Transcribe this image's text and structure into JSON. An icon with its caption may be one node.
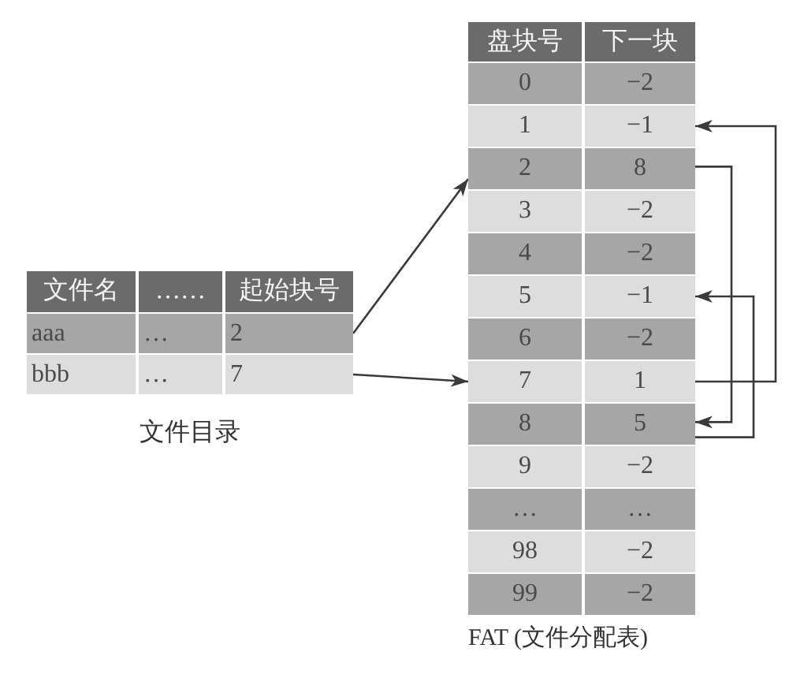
{
  "diagram": {
    "nodes": [
      {
        "text": [
          "文件目录"
        ]
      },
      {
        "text": [
          "文件名",
          "……",
          "起始块号"
        ],
        "in": 0
      },
      {
        "text": [
          "aaa",
          "…",
          "2"
        ],
        "in": 0
      },
      {
        "text": [
          "bbb",
          "…",
          "7"
        ],
        "in": 0
      },
      {
        "text": [
          "FAT (文件分配表)"
        ]
      },
      {
        "text": [
          "盘块号",
          "下一块"
        ],
        "in": 4
      },
      {
        "text": [
          "0",
          "−2"
        ],
        "in": 4
      },
      {
        "text": [
          "1",
          "−1"
        ],
        "in": 4
      },
      {
        "text": [
          "2",
          "8"
        ],
        "in": 4
      },
      {
        "text": [
          "3",
          "−2"
        ],
        "in": 4
      },
      {
        "text": [
          "4",
          "−2"
        ],
        "in": 4
      },
      {
        "text": [
          "5",
          "−1"
        ],
        "in": 4
      },
      {
        "text": [
          "6",
          "−2"
        ],
        "in": 4
      },
      {
        "text": [
          "7",
          "1"
        ],
        "in": 4
      },
      {
        "text": [
          "8",
          "5"
        ],
        "in": 4
      },
      {
        "text": [
          "9",
          "−2"
        ],
        "in": 4
      },
      {
        "text": [
          "…",
          "…"
        ],
        "in": 4
      },
      {
        "text": [
          "98",
          "−2"
        ],
        "in": 4
      },
      {
        "text": [
          "99",
          "−2"
        ],
        "in": 4
      }
    ],
    "edges": [
      {
        "from": 2,
        "to": 8,
        "arrow": "to"
      },
      {
        "from": 3,
        "to": 13,
        "arrow": "to"
      },
      {
        "from": 8,
        "to": 14,
        "arrow": "to"
      },
      {
        "from": 14,
        "to": 11,
        "arrow": "to"
      },
      {
        "from": 13,
        "to": 7,
        "arrow": "to"
      }
    ]
  }
}
